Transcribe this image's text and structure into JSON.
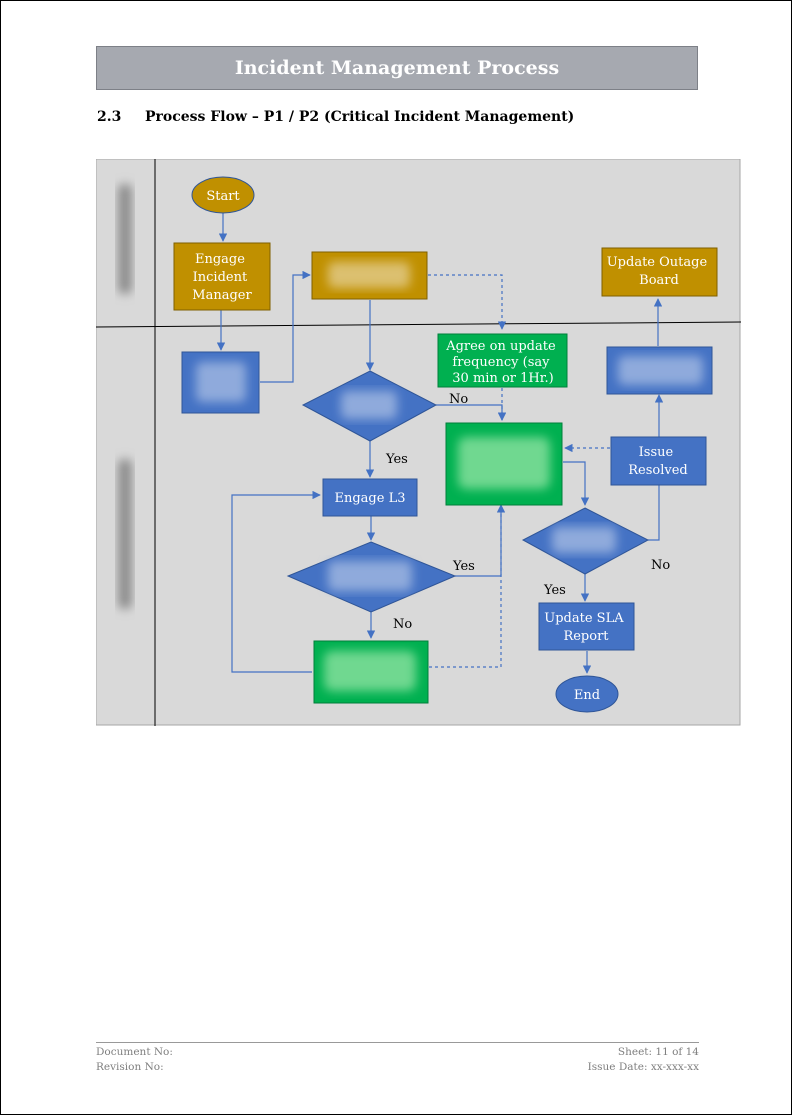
{
  "header": {
    "title": "Incident Management Process"
  },
  "section": {
    "number": "2.3",
    "title": "Process Flow – P1 / P2 (Critical Incident Management)"
  },
  "diagram": {
    "nodes": {
      "start": "Start",
      "engage_incident_manager": [
        "Engage",
        "Incident",
        "Manager"
      ],
      "update_outage_board": [
        "Update Outage",
        "Board"
      ],
      "agree_update_frequency": [
        "Agree on update",
        "frequency (say",
        "30 min or 1Hr.)"
      ],
      "issue_resolved": [
        "Issue",
        "Resolved"
      ],
      "engage_l3": "Engage L3",
      "update_sla_report": [
        "Update SLA",
        "Report"
      ],
      "end": "End"
    },
    "edge_labels": {
      "no_1": "No",
      "yes_1": "Yes",
      "yes_2": "Yes",
      "no_2": "No",
      "no_3": "No",
      "yes_3": "Yes"
    },
    "colors": {
      "gold": "#c09000",
      "blue": "#4472c4",
      "green": "#00b050",
      "lane_bg": "#d9d9d9",
      "arrow": "#4472c4"
    }
  },
  "footer": {
    "document_no": "Document No:",
    "revision_no": "Revision No:",
    "sheet": "Sheet: 11 of 14",
    "issue_date": "Issue Date: xx-xxx-xx"
  }
}
